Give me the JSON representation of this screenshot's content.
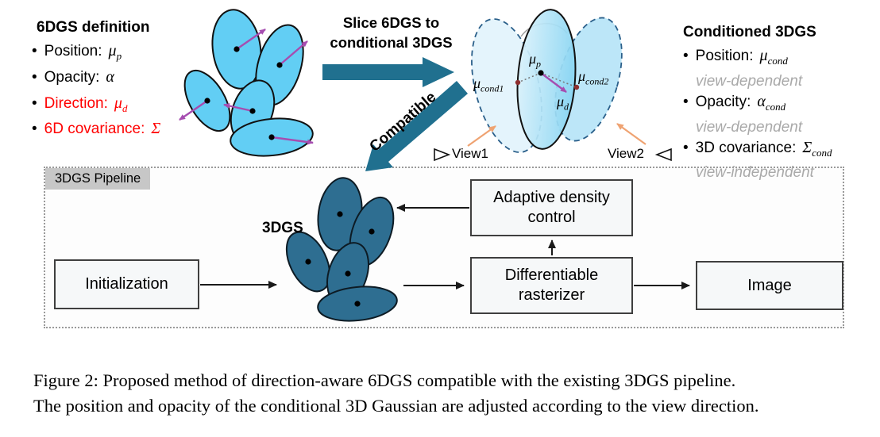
{
  "ui": {
    "bullet": "•"
  },
  "definition": {
    "title": "6DGS definition",
    "items": [
      {
        "label": "Position:",
        "base": "μ",
        "sub": "p"
      },
      {
        "label": "Opacity:",
        "base": "α",
        "sub": ""
      },
      {
        "label": "Direction:",
        "base": "μ",
        "sub": "d"
      },
      {
        "label": "6D covariance:",
        "base": "Σ",
        "sub": ""
      }
    ]
  },
  "slice_arrow": {
    "line1": "Slice 6DGS to",
    "line2": "conditional 3DGS"
  },
  "compatible_label": "Compatible",
  "conditioned": {
    "title": "Conditioned 3DGS",
    "items": [
      {
        "label": "Position:",
        "base": "μ",
        "sub": "cond",
        "note": "view-dependent"
      },
      {
        "label": "Opacity:",
        "base": "α",
        "sub": "cond",
        "note": "view-dependent"
      },
      {
        "label": "3D covariance:",
        "base": "Σ",
        "sub": "cond",
        "note": "view-independent"
      }
    ]
  },
  "gaussian_labels": {
    "mu_p": {
      "base": "μ",
      "sub": "p"
    },
    "mu_d": {
      "base": "μ",
      "sub": "d"
    },
    "mu_cond1": {
      "base": "μ",
      "sub": "cond1"
    },
    "mu_cond2": {
      "base": "μ",
      "sub": "cond2"
    },
    "view1": "View1",
    "view2": "View2"
  },
  "pipeline": {
    "title": "3DGS Pipeline",
    "gaussians_label": "3DGS",
    "boxes": {
      "initialization": "Initialization",
      "adaptive_line1": "Adaptive density",
      "adaptive_line2": "control",
      "rasterizer_line1": "Differentiable",
      "rasterizer_line2": "rasterizer",
      "image": "Image"
    }
  },
  "caption": {
    "line1": "Figure 2: Proposed method of direction-aware 6DGS compatible with the existing 3DGS pipeline.",
    "line2": "The position and opacity of the conditional 3D Gaussian are adjusted according to the view direction."
  },
  "colors": {
    "teal_arrow": "#20708f",
    "light_gaussian": "#62cef4",
    "dark_gaussian": "#2e6e91",
    "direction_arrow": "#a64db0",
    "view_arrow": "#efa372",
    "red_text": "#ff0000",
    "gray_note": "#a9a9a9"
  }
}
